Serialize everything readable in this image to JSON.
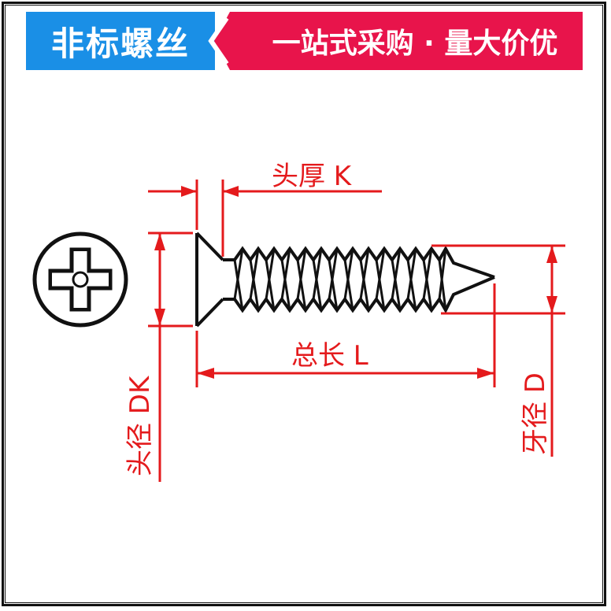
{
  "banner": {
    "left_title": "非标螺丝",
    "right_slogan": "一站式采购 · 量大价优",
    "left_color": "#1a8fe6",
    "right_color": "#e8144b"
  },
  "labels": {
    "head_thickness": "头厚 K",
    "total_length": "总长 L",
    "head_diameter": "头径 DK",
    "thread_diameter": "牙径 D"
  },
  "colors": {
    "dimension": "#e41a1c",
    "outline": "#111111"
  },
  "icons": {
    "head_top_view": "phillips-cross-icon"
  }
}
